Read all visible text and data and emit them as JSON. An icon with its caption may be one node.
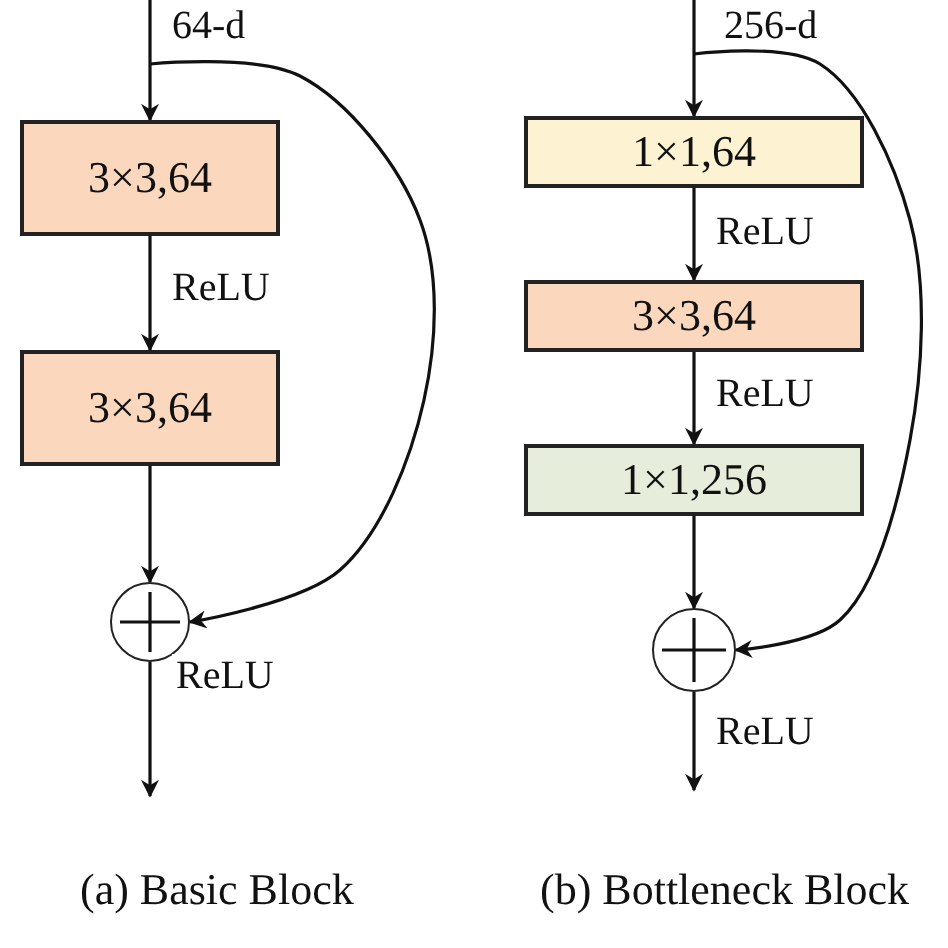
{
  "diagram": {
    "nodes": [
      {
        "text": [
          "3×3,64"
        ]
      },
      {
        "text": [
          "3×3,64"
        ]
      },
      {
        "text": [],
        "shape": "circle"
      },
      {
        "text": [
          "1×1,64"
        ]
      },
      {
        "text": [
          "3×3,64"
        ]
      },
      {
        "text": [
          "1×1,256"
        ]
      },
      {
        "text": [],
        "shape": "circle"
      }
    ],
    "edges": [
      {
        "from": null,
        "to": 0,
        "arrow": "to",
        "label": "64-d"
      },
      {
        "from": 0,
        "to": 1,
        "arrow": "to",
        "label": "ReLU"
      },
      {
        "from": 1,
        "to": 2,
        "arrow": "to"
      },
      {
        "from": null,
        "to": 2,
        "arrow": "to"
      },
      {
        "from": 2,
        "to": null,
        "arrow": "to",
        "label": "ReLU"
      },
      {
        "from": null,
        "to": 3,
        "arrow": "to",
        "label": "256-d"
      },
      {
        "from": 3,
        "to": 4,
        "arrow": "to",
        "label": "ReLU"
      },
      {
        "from": 4,
        "to": 5,
        "arrow": "to",
        "label": "ReLU"
      },
      {
        "from": 5,
        "to": 6,
        "arrow": "to"
      },
      {
        "from": null,
        "to": 6,
        "arrow": "to"
      },
      {
        "from": 6,
        "to": null,
        "arrow": "to",
        "label": "ReLU"
      }
    ],
    "labels": [
      "(a) Basic Block",
      "(b) Bottleneck Block"
    ]
  }
}
